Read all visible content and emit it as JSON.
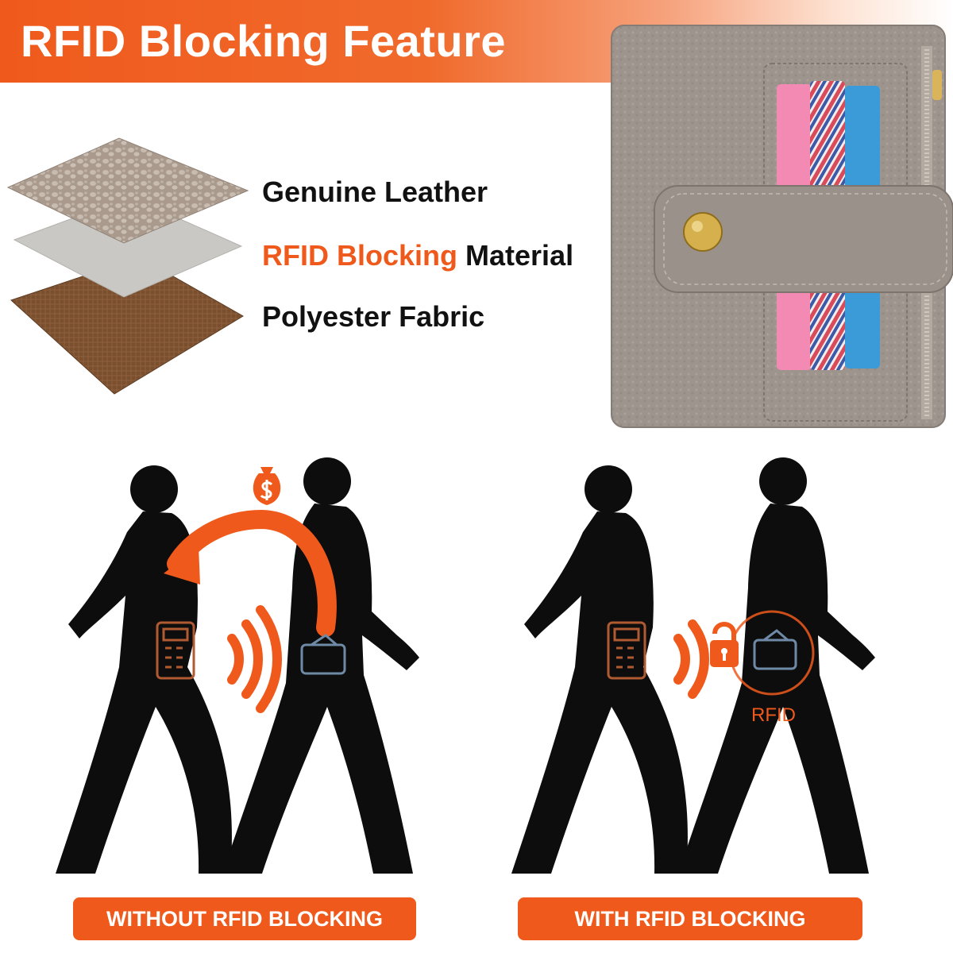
{
  "banner": {
    "title": "RFID Blocking Feature"
  },
  "layers": {
    "leather_label": "Genuine Leather",
    "rfid_label_accent": "RFID Blocking",
    "rfid_label_rest": "Material",
    "polyester_label": "Polyester Fabric"
  },
  "scenes": {
    "blocked_tag": "RFID",
    "left_caption": "WITHOUT RFID BLOCKING",
    "right_caption": "WITH RFID BLOCKING"
  },
  "colors": {
    "accent": "#ef5a1c",
    "leather": "#9d948d",
    "silhouette": "#0d0d0d"
  }
}
